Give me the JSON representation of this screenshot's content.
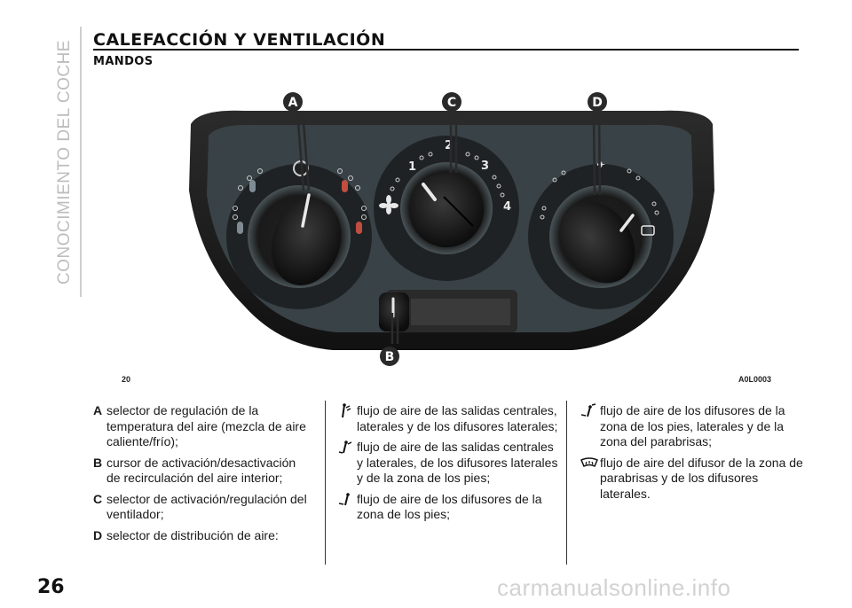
{
  "side_tab": "CONOCIMIENTO DEL COCHE",
  "section": {
    "title": "CALEFACCIÓN Y VENTILACIÓN",
    "subtitle": "MANDOS"
  },
  "figure": {
    "number": "20",
    "code": "A0L0003",
    "callouts": {
      "a": "A",
      "b": "B",
      "c": "C",
      "d": "D"
    },
    "fan_speeds": {
      "s1": "1",
      "s2": "2",
      "s3": "3",
      "s4": "4"
    }
  },
  "legend": {
    "a": {
      "key": "A",
      "text": "selector de regulación de la temperatura del aire (mezcla de aire caliente/frío);"
    },
    "b": {
      "key": "B",
      "text": "cursor de activación/desactivación de recirculación del aire interior;"
    },
    "c": {
      "key": "C",
      "text": "selector de activación/regulación del ventilador;"
    },
    "d": {
      "key": "D",
      "text": "selector de distribución de aire:"
    }
  },
  "flows": {
    "f1": {
      "icon": "face-vent-icon",
      "text": "flujo de aire de las salidas centrales, laterales y de los difusores laterales;"
    },
    "f2": {
      "icon": "face-feet-vent-icon",
      "text": "flujo de aire de las salidas centrales y laterales, de los difusores laterales y de la zona de los pies;"
    },
    "f3": {
      "icon": "feet-vent-icon",
      "text": "flujo de aire de los difusores de la zona de los pies;"
    },
    "f4": {
      "icon": "feet-windscreen-vent-icon",
      "text": "flujo de aire de los difusores de la zona de los pies, laterales y de la zona del parabrisas;"
    },
    "f5": {
      "icon": "windscreen-demist-icon",
      "text": "flujo de aire del difusor de la zona de parabrisas y de los difusores laterales."
    }
  },
  "page_number": "26",
  "watermark": "carmanualsonline.info",
  "colors": {
    "callout": "#2a2a2a",
    "panel": "#1c1c1c",
    "panel_inner": "#3a4448",
    "red": "#c0392b",
    "blue": "#2f5fa8"
  }
}
